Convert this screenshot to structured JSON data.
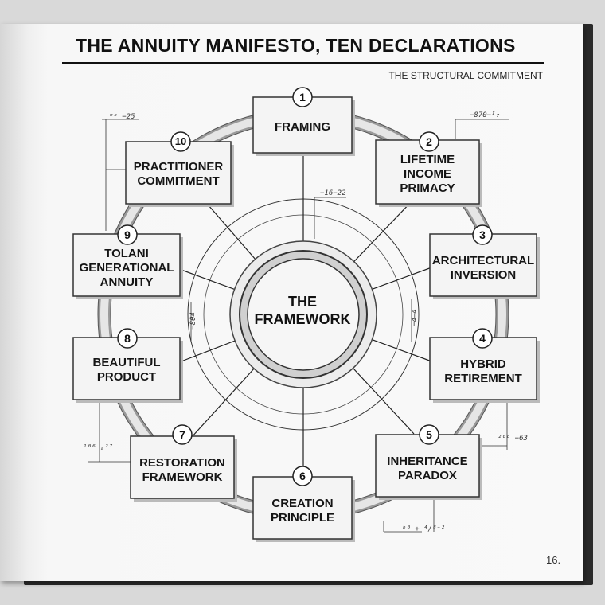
{
  "page": {
    "title": "THE ANNUITY MANIFESTO, TEN DECLARATIONS",
    "subtitle": "THE STRUCTURAL COMMITMENT",
    "page_number": "16."
  },
  "center": {
    "label": "THE\nFRAMEWORK"
  },
  "nodes": [
    {
      "number": "1",
      "label": "FRAMING"
    },
    {
      "number": "2",
      "label": "LIFETIME\nINCOME\nPRIMACY"
    },
    {
      "number": "3",
      "label": "ARCHITECTURAL\nINVERSION"
    },
    {
      "number": "4",
      "label": "HYBRID\nRETIREMENT"
    },
    {
      "number": "5",
      "label": "INHERITANCE\nPARADOX"
    },
    {
      "number": "6",
      "label": "CREATION\nPRINCIPLE"
    },
    {
      "number": "7",
      "label": "RESTORATION\nFRAMEWORK"
    },
    {
      "number": "8",
      "label": "BEAUTIFUL\nPRODUCT"
    },
    {
      "number": "9",
      "label": "TOLANI\nGENERATIONAL\nANNUITY"
    },
    {
      "number": "10",
      "label": "PRACTITIONER\nCOMMITMENT"
    }
  ],
  "annotations": {
    "a1": "ᵐᵇ −25",
    "a2": "−870−ᴵ₇",
    "a3": "−16−22",
    "a4": "−8θ4",
    "a5": "−4̶4",
    "a6": "²⁰ᶜ −63",
    "a7": "¹⁰⁶ ₐ²⁷",
    "a8": "ᵇ⁰ + ⁴/⁸⁻²"
  }
}
